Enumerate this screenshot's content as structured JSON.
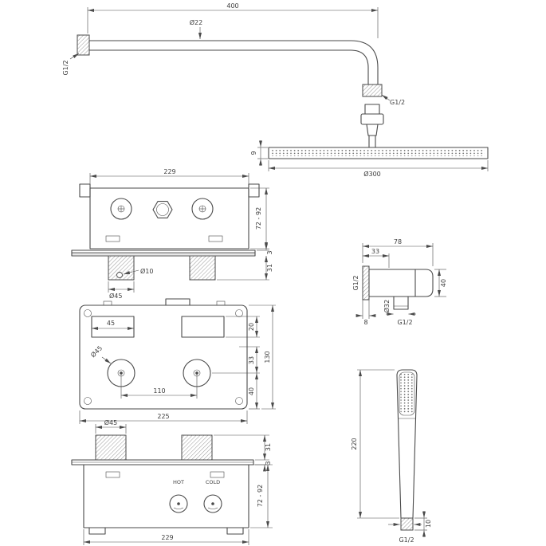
{
  "shower_arm": {
    "dim_length": "400",
    "dim_diameter": "Ø22",
    "wall_thread": "G1/2",
    "outlet_thread": "G1/2"
  },
  "shower_head": {
    "dim_thickness": "9",
    "dim_diameter": "Ø300"
  },
  "mixer_rough": {
    "dim_width": "229",
    "dim_depth_range": "72 - 92",
    "dim_plate": "3",
    "dim_protrusion": "31",
    "dim_spindle": "Ø10",
    "dim_trim": "Ø45"
  },
  "mixer_top": {
    "dim_port_width": "45",
    "dim_port_depth": "20",
    "dim_body_depth": "130",
    "dim_knob_offset": "33",
    "dim_knob_edge": "40",
    "dim_knob_spacing": "110",
    "dim_body_width": "225",
    "dim_knob_diameter": "Ø45"
  },
  "wall_outlet": {
    "dim_length": "78",
    "dim_inner": "33",
    "wall_thread": "G1/2",
    "dim_spout": "Ø32",
    "dim_flange": "8",
    "outlet_thread": "G1/2",
    "dim_height": "40"
  },
  "mixer_trim": {
    "dim_trim": "Ø45",
    "dim_protrusion": "31",
    "dim_plate": "3",
    "dim_depth_range": "72 - 92",
    "hot": "HOT",
    "cold": "COLD",
    "dim_width": "229"
  },
  "hand_shower": {
    "dim_length": "220",
    "dim_connector": "10",
    "thread": "G1/2"
  }
}
